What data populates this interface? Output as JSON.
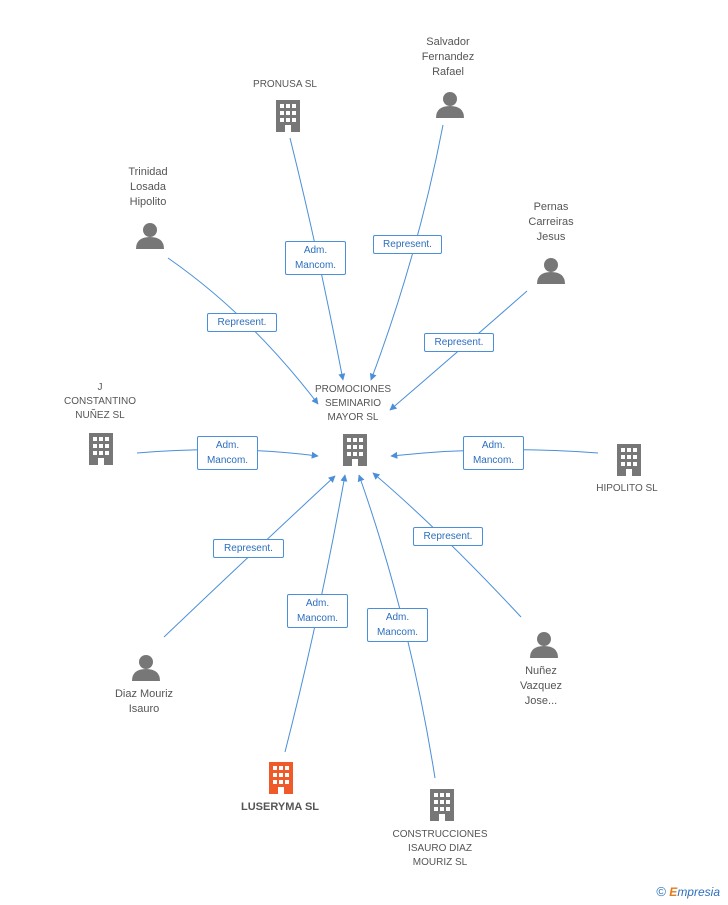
{
  "center": {
    "label": "PROMOCIONES\nSEMINARIO\nMAYOR SL"
  },
  "nodes": {
    "pronusa": {
      "label": "PRONUSA  SL",
      "type": "company"
    },
    "salvador": {
      "label": "Salvador\nFernandez\nRafael",
      "type": "person"
    },
    "trinidad": {
      "label": "Trinidad\nLosada\nHipolito",
      "type": "person"
    },
    "pernas": {
      "label": "Pernas\nCarreiras\nJesus",
      "type": "person"
    },
    "constantino": {
      "label": "J\nCONSTANTINO\nNUÑEZ SL",
      "type": "company"
    },
    "hipolito": {
      "label": "HIPOLITO SL",
      "type": "company"
    },
    "diaz": {
      "label": "Diaz Mouriz\nIsauro",
      "type": "person"
    },
    "nunez": {
      "label": "Nuñez\nVazquez\nJose...",
      "type": "person"
    },
    "luseryma": {
      "label": "LUSERYMA SL",
      "type": "company-highlight"
    },
    "construcciones": {
      "label": "CONSTRUCCIONES\nISAURO DIAZ\nMOURIZ SL",
      "type": "company"
    }
  },
  "edges": {
    "pronusa": "Adm.\nMancom.",
    "salvador": "Represent.",
    "trinidad": "Represent.",
    "pernas": "Represent.",
    "constantino": "Adm.\nMancom.",
    "hipolito": "Adm.\nMancom.",
    "diaz": "Represent.",
    "nunez": "Represent.",
    "luseryma": "Adm.\nMancom.",
    "construcciones": "Adm.\nMancom."
  },
  "footer": {
    "copyright": "©",
    "brand_first": "E",
    "brand_rest": "mpresia"
  },
  "colors": {
    "edge": "#4a8fd8",
    "icon": "#777777",
    "highlight": "#f05a28"
  }
}
